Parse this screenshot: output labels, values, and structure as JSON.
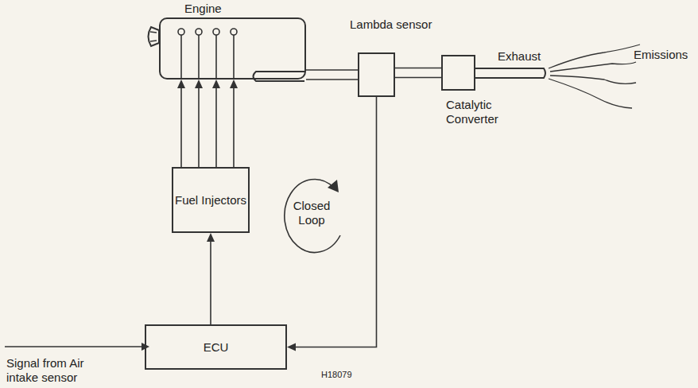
{
  "diagram": {
    "nodes": [
      {
        "text": [
          "Engine"
        ]
      },
      {
        "text": [
          "Lambda sensor"
        ]
      },
      {
        "text": [
          "Catalytic Converter"
        ]
      },
      {
        "text": [
          "Fuel Injectors"
        ]
      },
      {
        "text": [
          "ECU"
        ]
      }
    ],
    "edges": [
      {
        "from": 0,
        "to": 1,
        "arrow": "none"
      },
      {
        "from": 1,
        "to": 2,
        "arrow": "none"
      },
      {
        "from": 1,
        "to": 4,
        "arrow": "to"
      },
      {
        "from": 4,
        "to": 3,
        "arrow": "to"
      },
      {
        "from": 3,
        "to": 0,
        "arrow": "to"
      }
    ],
    "labels": [
      "Closed Loop",
      "Exhaust",
      "Emissions",
      "Signal from Air intake sensor",
      "H18079"
    ]
  }
}
